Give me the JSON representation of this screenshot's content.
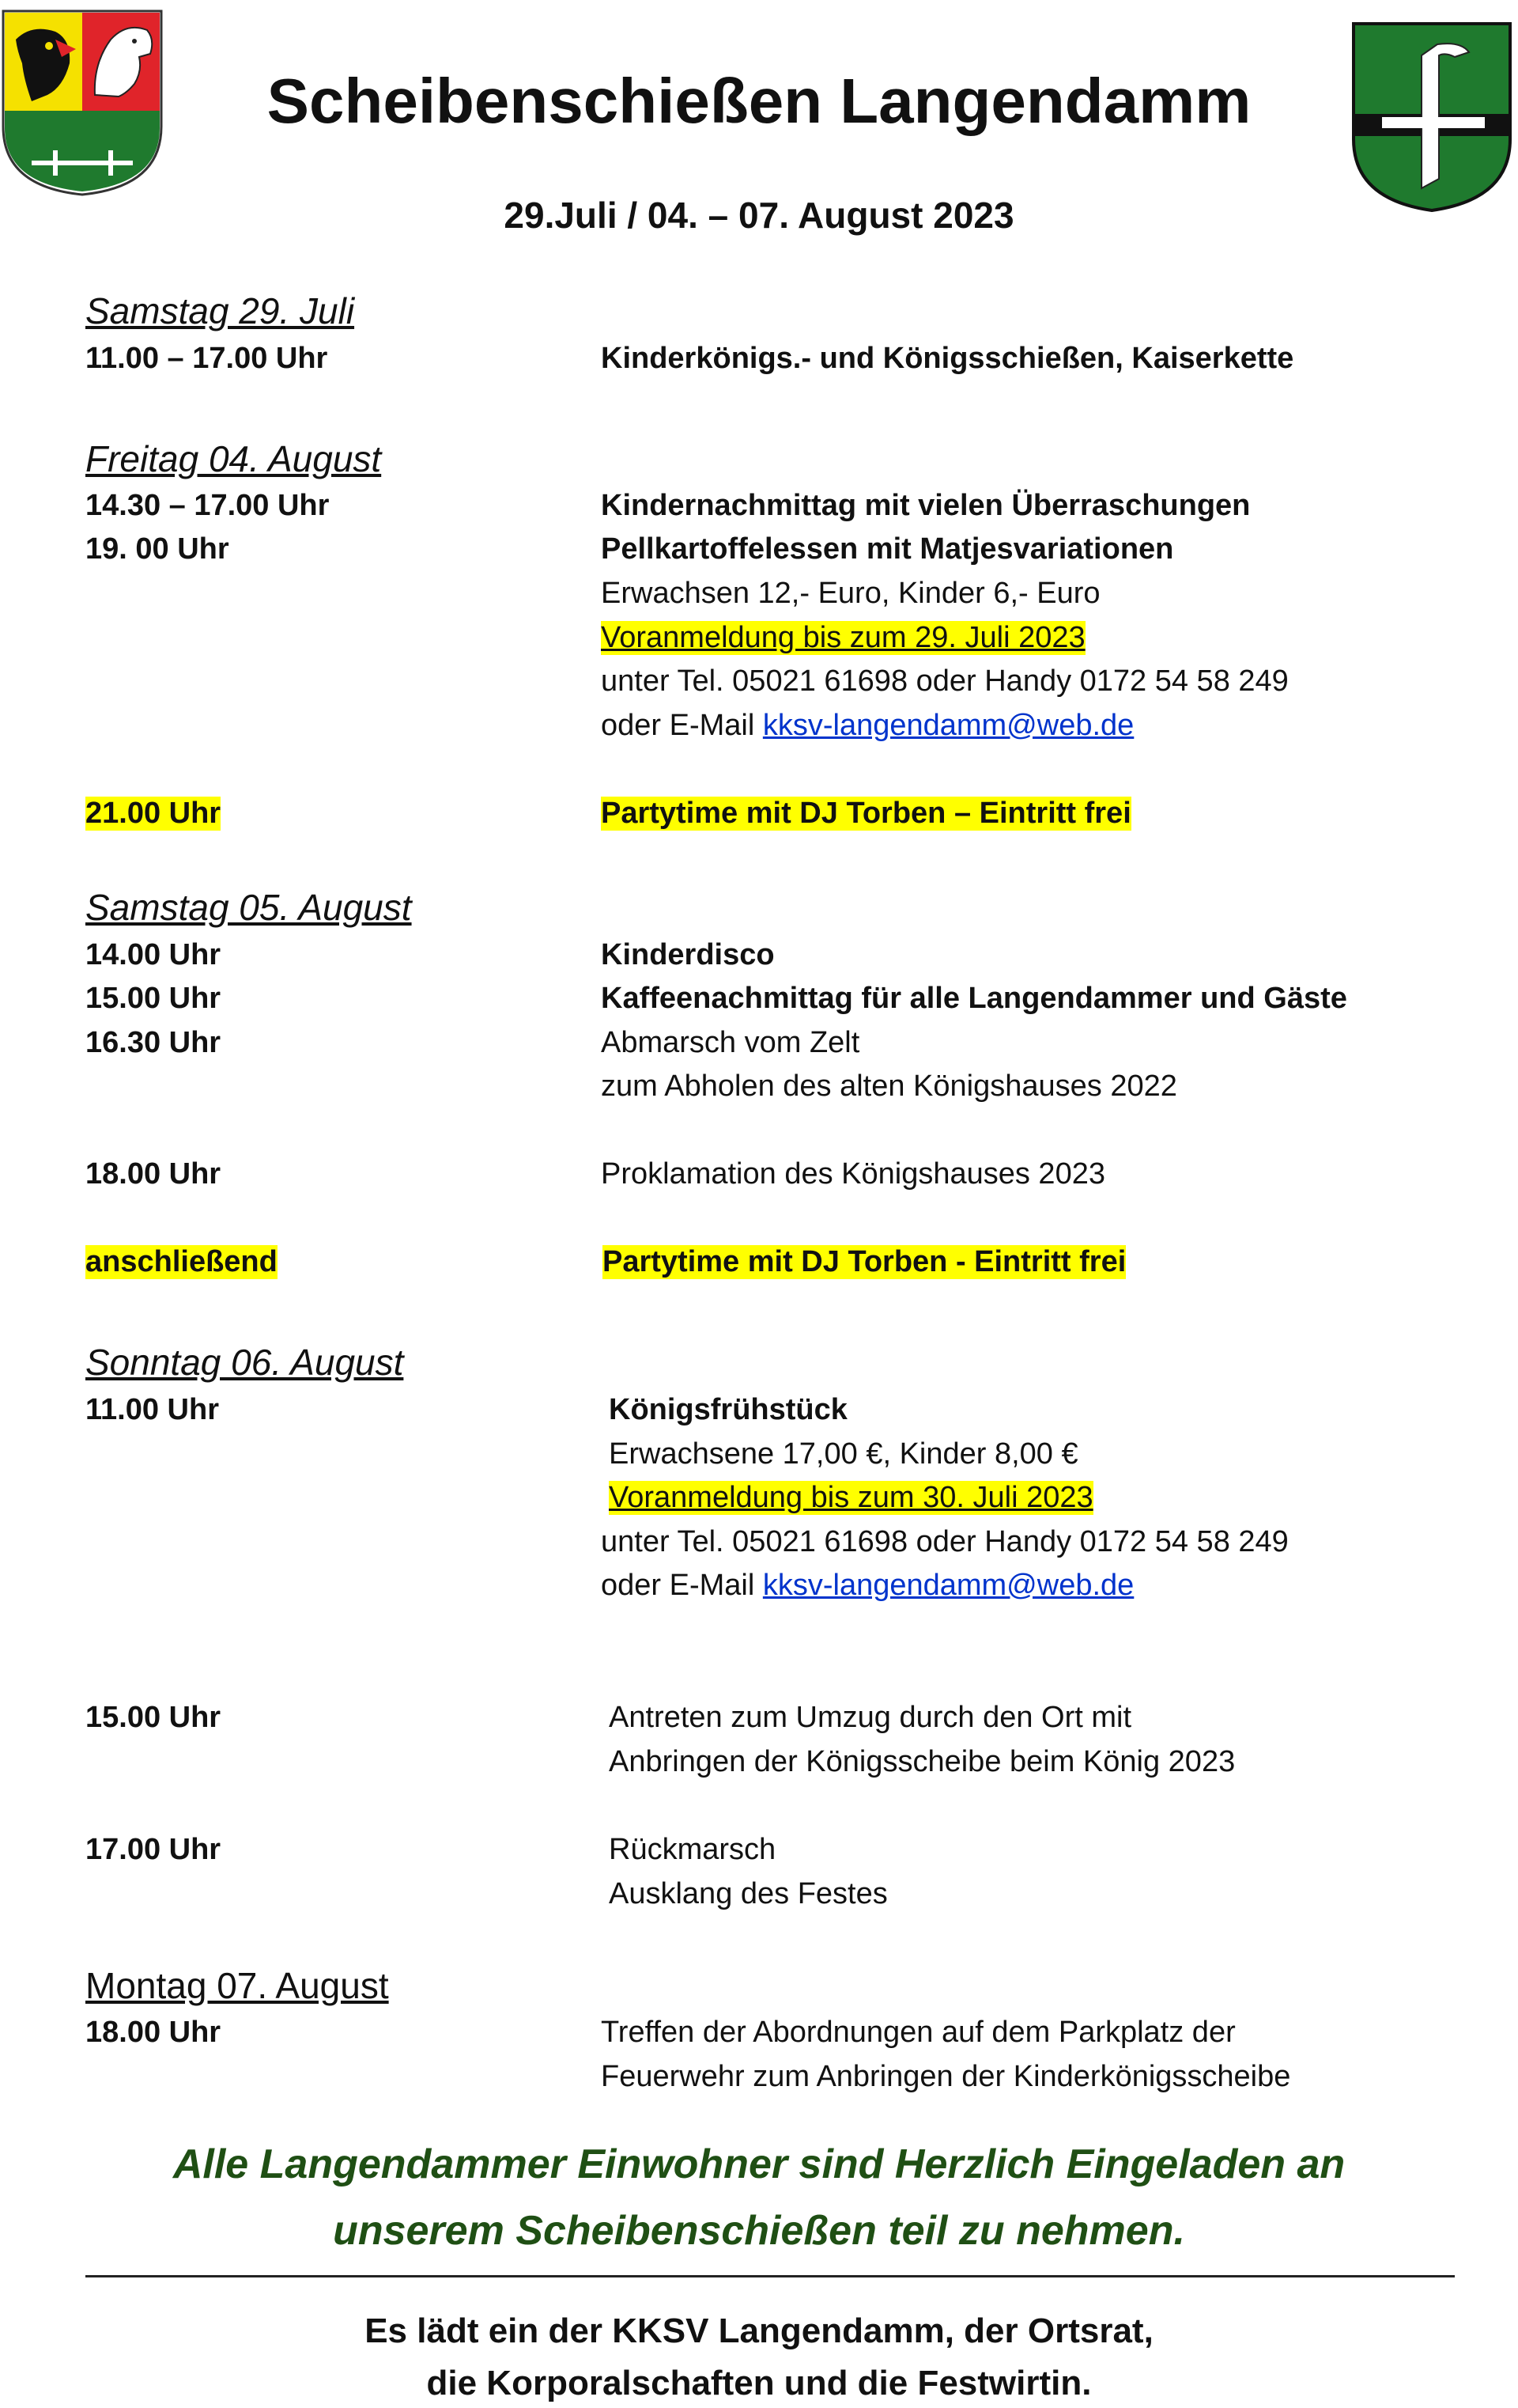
{
  "header": {
    "title": "Scheibenschießen Langendamm",
    "subtitle": "29.Juli / 04. – 07. August 2023"
  },
  "colors": {
    "highlight": "#ffff00",
    "link": "#0033cc",
    "closing_text": "#1f4f14",
    "crest_green": "#1f7a2e",
    "crest_gold": "#f5e100",
    "crest_red": "#e0242a"
  },
  "schedule": {
    "sat29": {
      "day": "Samstag 29. Juli",
      "t1": "11.00 – 17.00 Uhr",
      "d1": "Kinderkönigs.- und Königsschießen, Kaiserkette"
    },
    "fri04": {
      "day": "Freitag 04. August",
      "t1": "14.30 – 17.00 Uhr",
      "d1": "Kindernachmittag mit vielen Überraschungen",
      "t2": "19. 00 Uhr",
      "d2": "Pellkartoffelessen mit Matjesvariationen",
      "d2_price": "Erwachsen 12,- Euro, Kinder 6,- Euro",
      "d2_reg": "Voranmeldung bis zum 29. Juli 2023",
      "d2_tel": "unter Tel. 05021 61698 oder Handy 0172 54 58 249",
      "d2_mail_prefix": "oder E-Mail ",
      "d2_mail": "kksv-langendamm@web.de",
      "t3": "21.00 Uhr",
      "d3": "Partytime mit DJ Torben – Eintritt frei"
    },
    "sat05": {
      "day": "Samstag 05. August",
      "t1": "14.00 Uhr",
      "d1": "Kinderdisco",
      "t2": "15.00 Uhr",
      "d2": "Kaffeenachmittag für alle Langendammer und Gäste",
      "t3": "16.30 Uhr",
      "d3a": "Abmarsch vom Zelt",
      "d3b": "zum Abholen des alten Königshauses 2022",
      "t4": "18.00 Uhr",
      "d4": "Proklamation des Königshauses 2023",
      "t5": "anschließend",
      "d5": "Partytime mit DJ Torben - Eintritt frei"
    },
    "sun06": {
      "day": "Sonntag 06. August",
      "t1": "11.00 Uhr",
      "d1": "Königsfrühstück",
      "d1_price": "Erwachsene 17,00 €, Kinder 8,00 €",
      "d1_reg": "Voranmeldung bis zum 30. Juli 2023",
      "d1_tel": "unter Tel. 05021 61698 oder Handy 0172 54 58 249",
      "d1_mail_prefix": "oder E-Mail ",
      "d1_mail": "kksv-langendamm@web.de",
      "t2": "15.00 Uhr",
      "d2a": "Antreten zum Umzug durch den Ort mit",
      "d2b": "Anbringen der Königsscheibe beim König 2023",
      "t3": "17.00 Uhr",
      "d3a": "Rückmarsch",
      "d3b": "Ausklang des Festes"
    },
    "mon07": {
      "day": "Montag 07. August",
      "t1": "18.00 Uhr",
      "d1a": "Treffen der Abordnungen auf dem Parkplatz der",
      "d1b": "Feuerwehr zum Anbringen der Kinderkönigsscheibe"
    }
  },
  "closing": {
    "line1": "Alle Langendammer Einwohner sind Herzlich Eingeladen an",
    "line2": "unserem Scheibenschießen teil zu nehmen."
  },
  "footer": {
    "line1": "Es lädt ein der KKSV Langendamm, der Ortsrat,",
    "line2": "die Korporalschaften und die Festwirtin."
  }
}
